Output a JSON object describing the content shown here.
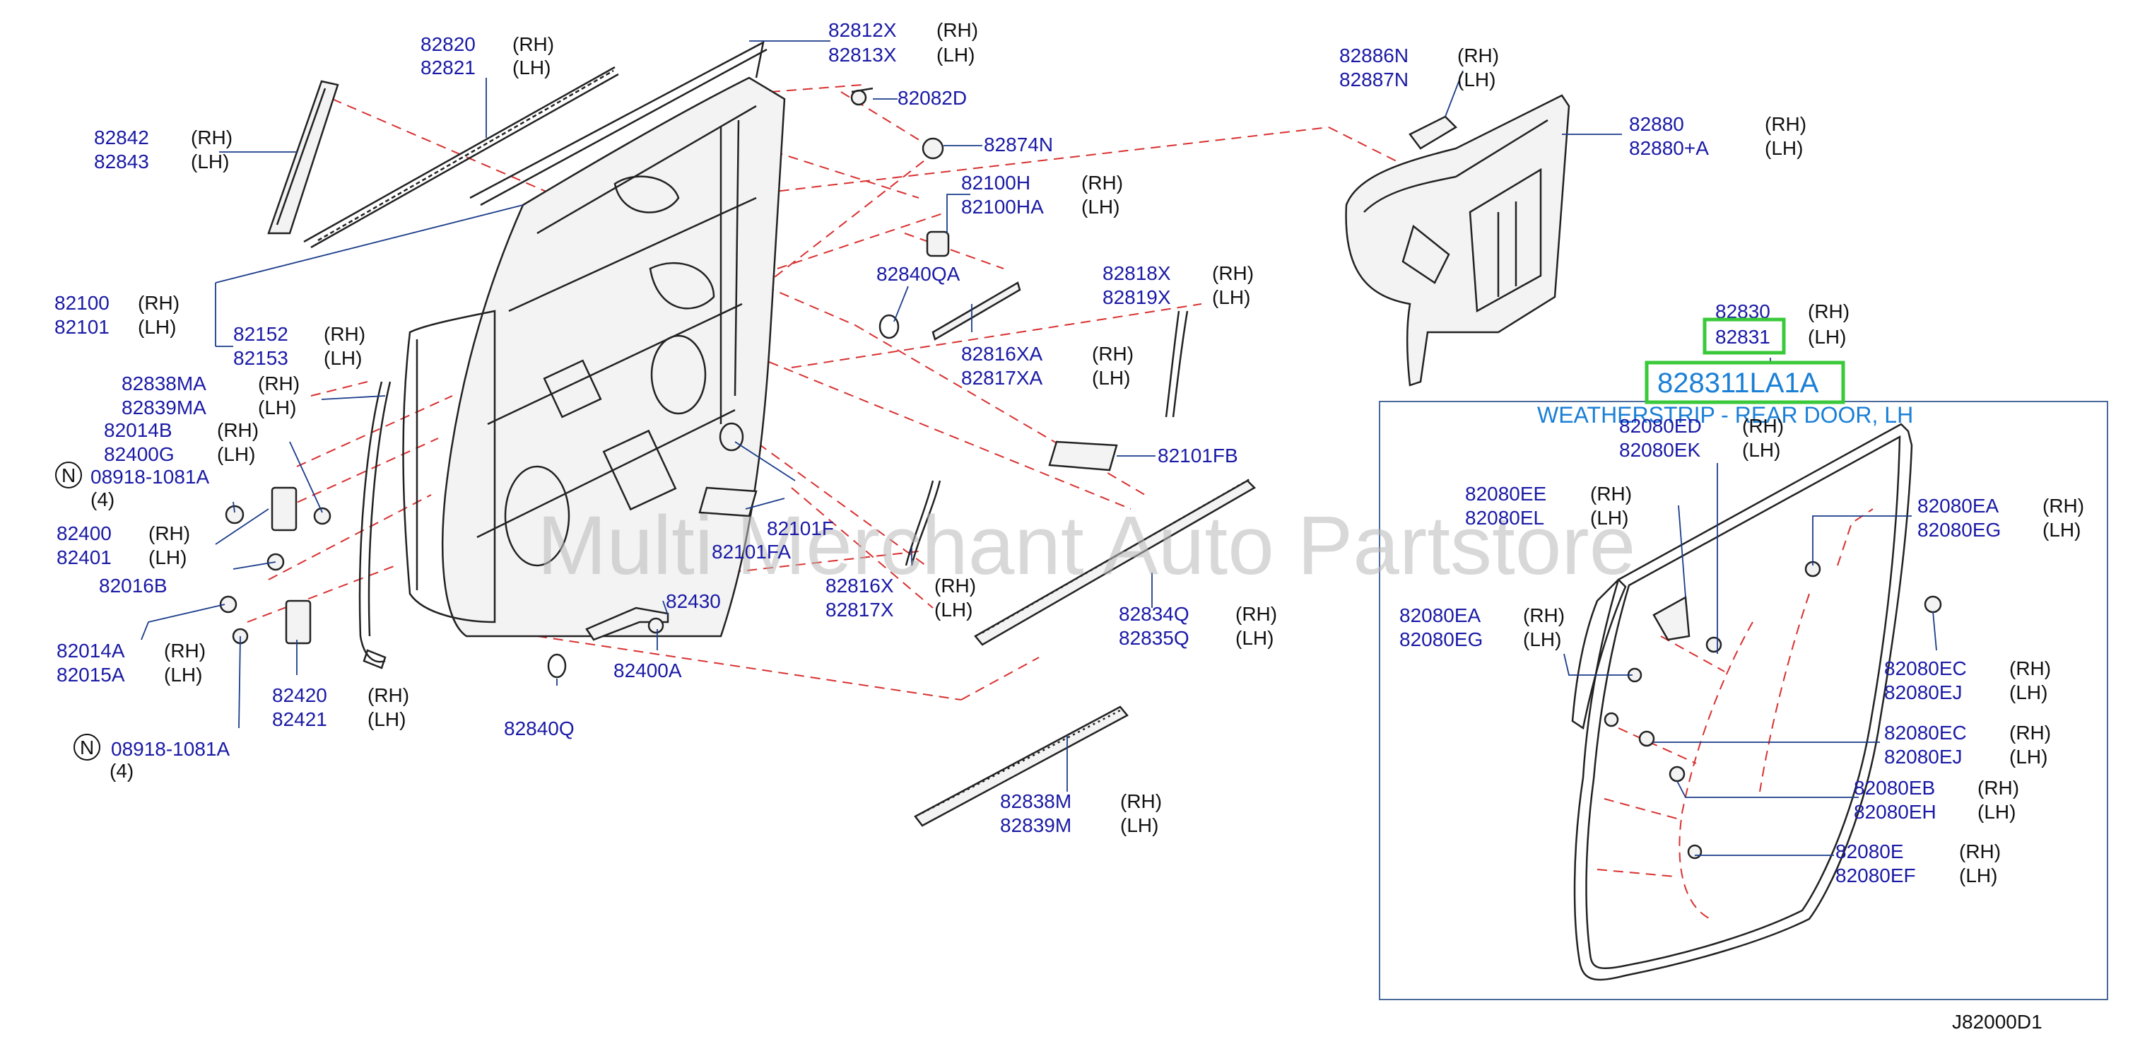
{
  "diagram_code": "J82000D1",
  "watermark": "Multi Merchant Auto Partstore",
  "highlight": {
    "part_code": "828311LA1A",
    "description": "WEATHERSTRIP - REAR DOOR, LH",
    "color": "#39c93a",
    "text_color": "#1a7fd6"
  },
  "side_rh": "(RH)",
  "side_lh": "(LH)",
  "qty_4": "(4)",
  "n_symbol": "N",
  "parts": {
    "p82820": "82820",
    "p82821": "82821",
    "p82812X": "82812X",
    "p82813X": "82813X",
    "p82082D": "82082D",
    "p82874N": "82874N",
    "p82100H": "82100H",
    "p82100HA": "82100HA",
    "p82842": "82842",
    "p82843": "82843",
    "p82840QA": "82840QA",
    "p82818X": "82818X",
    "p82819X": "82819X",
    "p82100": "82100",
    "p82101": "82101",
    "p82152": "82152",
    "p82153": "82153",
    "p82816XA": "82816XA",
    "p82817XA": "82817XA",
    "p82838MA": "82838MA",
    "p82839MA": "82839MA",
    "p82014B": "82014B",
    "p82400G": "82400G",
    "p08918a": "08918-1081A",
    "p82101FB": "82101FB",
    "p82400": "82400",
    "p82401": "82401",
    "p82101F": "82101F",
    "p82101FA": "82101FA",
    "p82016B": "82016B",
    "p82816X": "82816X",
    "p82817X": "82817X",
    "p82430": "82430",
    "p82834Q": "82834Q",
    "p82835Q": "82835Q",
    "p82014A": "82014A",
    "p82015A": "82015A",
    "p82400A": "82400A",
    "p82420": "82420",
    "p82421": "82421",
    "p08918b": "08918-1081A",
    "p82840Q": "82840Q",
    "p82838M": "82838M",
    "p82839M": "82839M",
    "p82886N": "82886N",
    "p82887N": "82887N",
    "p82880": "82880",
    "p82880A": "82880+A",
    "p82830": "82830",
    "p82831": "82831",
    "p82080ED": "82080ED",
    "p82080EK": "82080EK",
    "p82080EE": "82080EE",
    "p82080EL": "82080EL",
    "p82080EA": "82080EA",
    "p82080EG": "82080EG",
    "p82080EA2": "82080EA",
    "p82080EG2": "82080EG",
    "p82080EC": "82080EC",
    "p82080EJ": "82080EJ",
    "p82080EC2": "82080EC",
    "p82080EJ2": "82080EJ",
    "p82080EB": "82080EB",
    "p82080EH": "82080EH",
    "p82080E": "82080E",
    "p82080EF": "82080EF"
  }
}
